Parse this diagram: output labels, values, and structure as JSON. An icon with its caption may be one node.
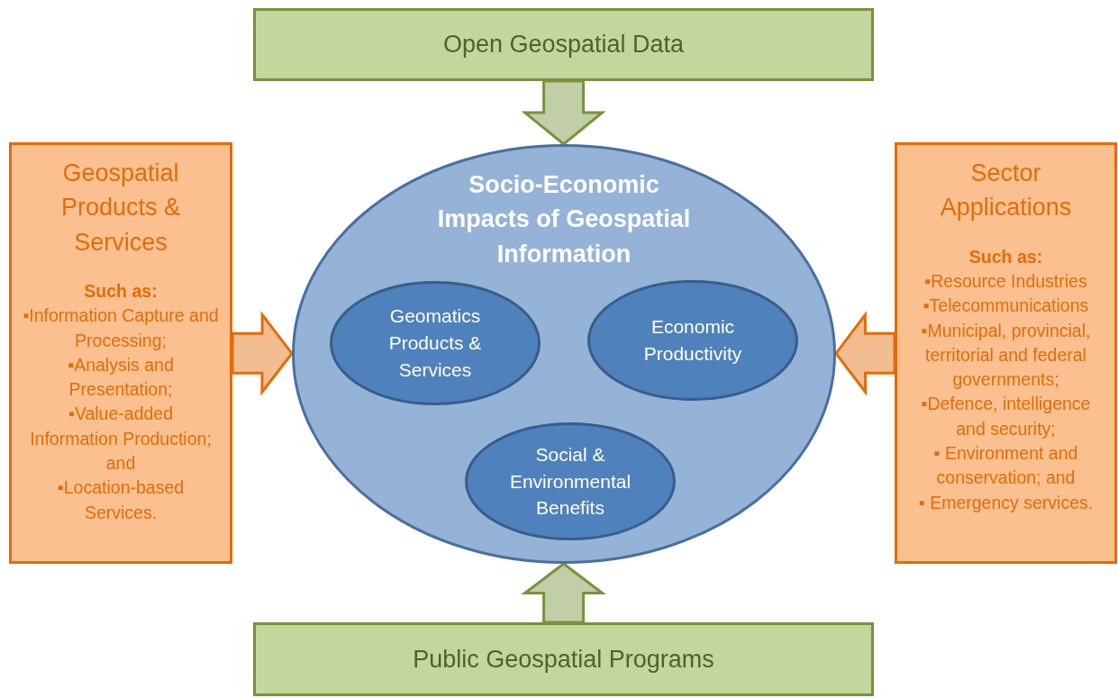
{
  "diagram": {
    "nodes": [
      {
        "text": [
          "Open Geospatial Data"
        ]
      },
      {
        "text": [
          "Geospatial Products & Services",
          "Such as:",
          "▪Information Capture and Processing;",
          "▪Analysis and Presentation;",
          "▪Value-added Information Production; and",
          "▪Location-based Services."
        ]
      },
      {
        "text": [
          "Socio-Economic Impacts of Geospatial Information"
        ]
      },
      {
        "text": [
          "Geomatics Products & Services"
        ],
        "in": 2
      },
      {
        "text": [
          "Economic Productivity"
        ],
        "in": 2
      },
      {
        "text": [
          "Social & Environmental Benefits"
        ],
        "in": 2
      },
      {
        "text": [
          "Sector Applications",
          "Such as:",
          "▪Resource Industries",
          "▪Telecommunications",
          "▪Municipal, provincial, territorial and federal governments;",
          "▪Defence, intelligence and security;",
          "▪ Environment and conservation; and",
          "▪ Emergency services."
        ]
      },
      {
        "text": [
          "Public Geospatial Programs"
        ]
      }
    ],
    "edges": [
      {
        "from": 0,
        "to": 2,
        "arrow": "to",
        "style": "thick",
        "color": "#77933c"
      },
      {
        "from": 1,
        "to": 2,
        "arrow": "to",
        "style": "thick",
        "color": "#e36c09"
      },
      {
        "from": 6,
        "to": 2,
        "arrow": "to",
        "style": "thick",
        "color": "#e36c09"
      },
      {
        "from": 7,
        "to": 2,
        "arrow": "to",
        "style": "thick",
        "color": "#77933c"
      }
    ]
  }
}
